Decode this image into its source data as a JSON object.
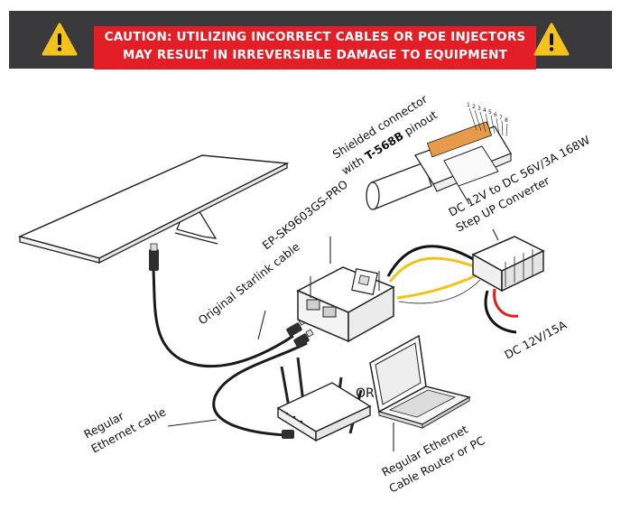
{
  "banner": {
    "line1": "CAUTION: UTILIZING INCORRECT CABLES OR POE INJECTORS",
    "line2": "MAY RESULT IN IRREVERSIBLE DAMAGE TO EQUIPMENT",
    "background_color": "#3a3a3c",
    "accent_color": "#e41e26",
    "warning_color": "#f5c21b",
    "left_icon": "warning-triangle-icon",
    "right_icon": "warning-triangle-icon"
  },
  "labels": {
    "shielded_line1": "Shielded connector",
    "shielded_line2_prefix": "with ",
    "shielded_line2_bold": "T-568B",
    "shielded_line2_suffix": " pinout",
    "converter_line1": "DC 12V to DC 56V/3A 168W",
    "converter_line2": "Step UP Converter",
    "injector": "EP-SK9603GS-PRO",
    "starlink_cable": "Original Starlink cable",
    "dc_input": "DC 12V/15A",
    "or": "OR",
    "ethernet_line1": "Regular",
    "ethernet_line2": "Ethernet cable",
    "router_line1": "Regular Ethernet",
    "router_line2": "Cable Router or PC"
  },
  "pinout": [
    "1",
    "2",
    "3",
    "4",
    "5",
    "6",
    "7",
    "8"
  ],
  "wire_colors": {
    "yellow": "#f2c21a",
    "red": "#e0201c",
    "black": "#111111",
    "white": "#ffffff"
  }
}
